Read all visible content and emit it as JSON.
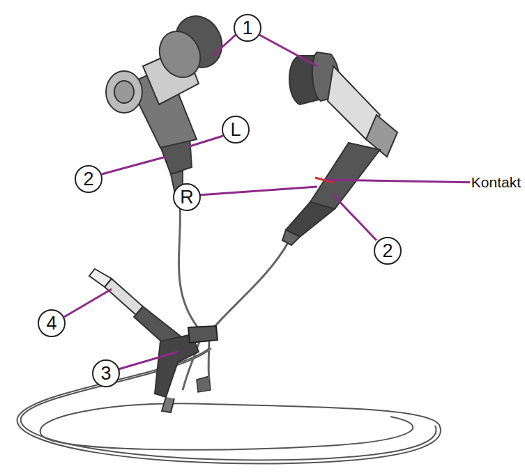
{
  "diagram": {
    "labels": [
      "1",
      "L",
      "2",
      "R",
      "Kontakt",
      "2",
      "4",
      "3"
    ]
  }
}
